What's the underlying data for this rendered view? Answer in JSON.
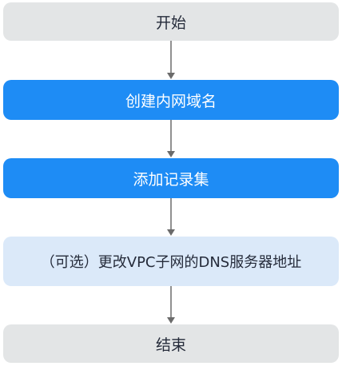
{
  "flow": {
    "steps": [
      {
        "label": "开始",
        "style": "start"
      },
      {
        "label": "创建内网域名",
        "style": "action"
      },
      {
        "label": "添加记录集",
        "style": "action"
      },
      {
        "label": "（可选）更改VPC子网的DNS服务器地址",
        "style": "optional"
      },
      {
        "label": "结束",
        "style": "end"
      }
    ]
  },
  "colors": {
    "terminal_fill": "#e3e5e6",
    "action_fill": "#1e8cf5",
    "optional_fill": "#dbe9f9",
    "arrow": "#6b6b6b"
  }
}
